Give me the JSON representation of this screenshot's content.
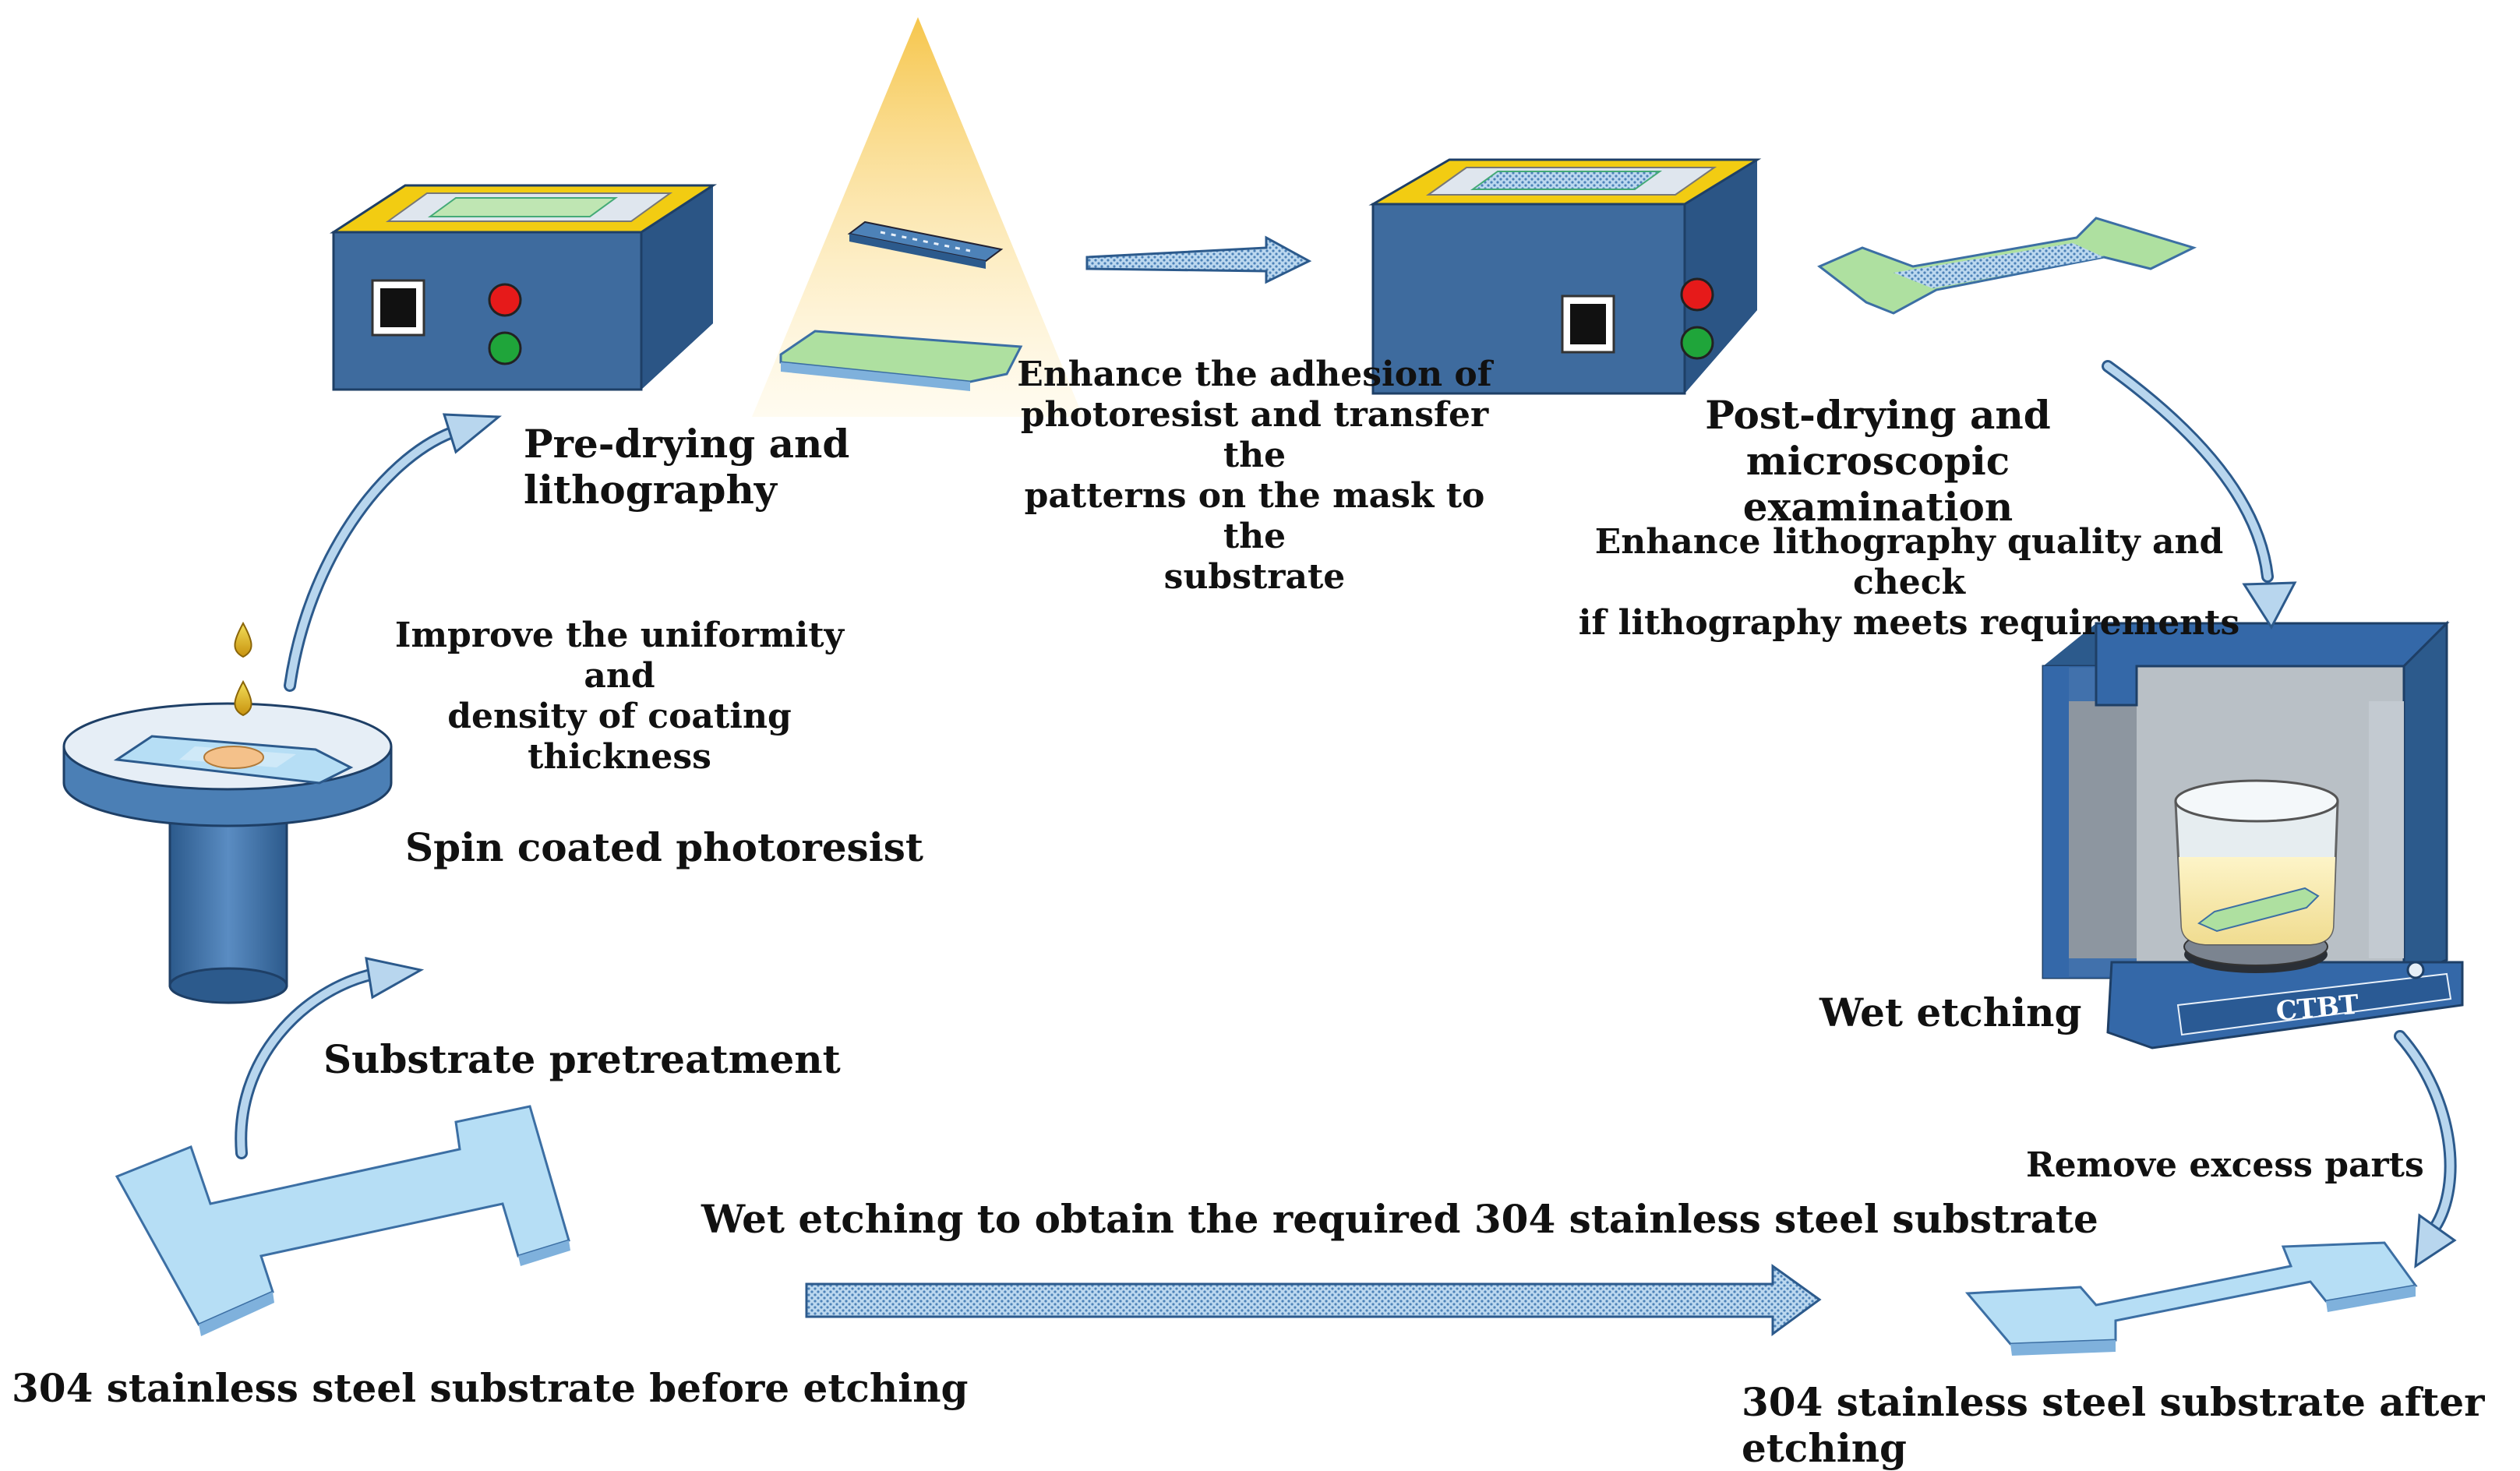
{
  "labels": {
    "pre_drying": "Pre-drying and\nlithography",
    "adhesion": "Enhance the adhesion of\nphotoresist and transfer the\npatterns on the mask to the\nsubstrate",
    "post_drying": "Post-drying and microscopic\nexamination",
    "enhance_quality": "Enhance lithography quality and check\nif lithography meets requirements",
    "uniformity": "Improve the uniformity and\ndensity of coating thickness",
    "spin_coated": "Spin coated photoresist",
    "pretreatment": "Substrate pretreatment",
    "wet_etching": "Wet etching",
    "remove_excess": "Remove excess parts",
    "wet_etching_obtain": "Wet etching to obtain the required 304 stainless steel substrate",
    "before_etching": "304 stainless steel substrate before etching",
    "after_etching": "304 stainless steel substrate after etching",
    "device_brand": "CTBT"
  },
  "icons": [
    "spin-coater",
    "drying-oven",
    "uv-lamp",
    "photomask",
    "coated-substrate",
    "patterned-substrate",
    "etching-chamber",
    "beaker",
    "raw-substrate",
    "etched-substrate",
    "photoresist-drop"
  ],
  "colors": {
    "box_front": "#3e6b9e",
    "box_top_frame": "#f2cc12",
    "light_cone": "#f6c64c",
    "substrate_light": "#b6def5",
    "substrate_green": "#aee0a0",
    "chamber_frame": "#3468a8",
    "arrow_fill": "#b8d6ee",
    "indicator_red": "#e61a1a",
    "indicator_green": "#1fa53a"
  }
}
